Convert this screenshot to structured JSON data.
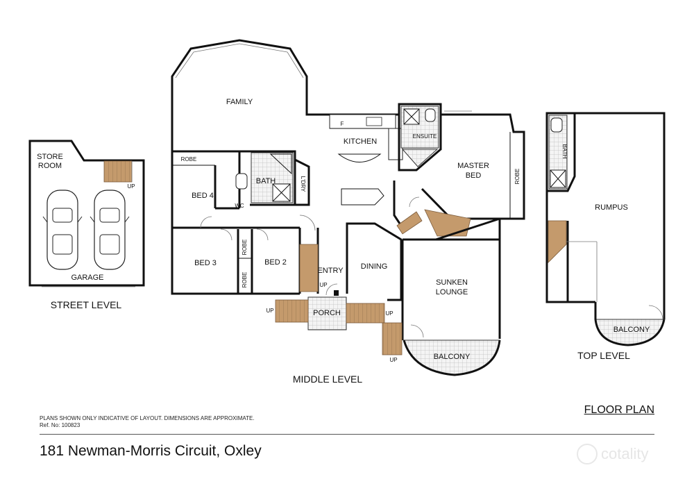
{
  "rooms": {
    "family": "FAMILY",
    "kitchen": "KITCHEN",
    "ensuite": "ENSUITE",
    "master_bed_1": "MASTER",
    "master_bed_2": "BED",
    "robe": "ROBE",
    "bed4": "BED 4",
    "bath": "BATH",
    "wc": "WC",
    "laundry": "L'DRY",
    "bed3": "BED 3",
    "bed2": "BED 2",
    "entry": "ENTRY",
    "dining": "DINING",
    "sunken_lounge_1": "SUNKEN",
    "sunken_lounge_2": "LOUNGE",
    "porch": "PORCH",
    "balcony": "BALCONY",
    "store_room_1": "STORE",
    "store_room_2": "ROOM",
    "garage": "GARAGE",
    "rumpus": "RUMPUS",
    "up": "UP",
    "fridge": "F"
  },
  "levels": {
    "street": "STREET LEVEL",
    "middle": "MIDDLE LEVEL",
    "top": "TOP LEVEL"
  },
  "footer": {
    "title": "FLOOR PLAN",
    "disclaimer": "PLANS SHOWN ONLY INDICATIVE OF LAYOUT.  DIMENSIONS ARE APPROXIMATE.",
    "ref": "Ref. No: 100823",
    "address": "181 Newman-Morris Circuit, Oxley",
    "brand": "cotality"
  }
}
